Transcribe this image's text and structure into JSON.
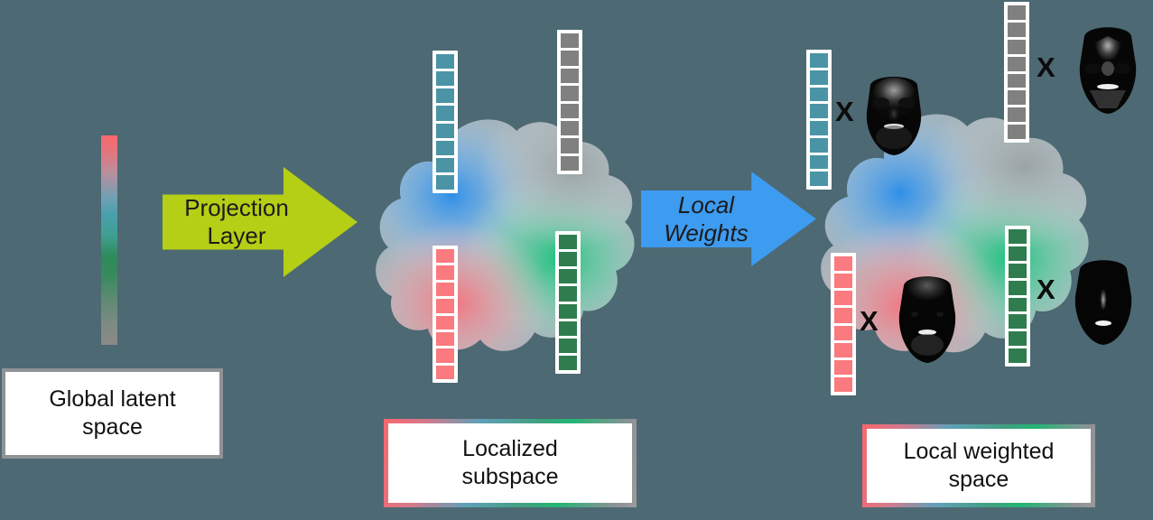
{
  "background_color": "#4d6973",
  "left_panel": {
    "gradient_bar": {
      "name": "global-latent-gradient-bar",
      "stops": [
        "#f8676d",
        "#4a9fae",
        "#2e8a5a",
        "#8a8a8a"
      ]
    },
    "caption": "Global latent\nspace",
    "caption_line1": "Global latent",
    "caption_line2": "space",
    "caption_border_color": "#8f9296"
  },
  "arrows": [
    {
      "name": "projection-layer-arrow",
      "label_line1": "Projection",
      "label_line2": "Layer",
      "color": "#b5ce16",
      "italic": false
    },
    {
      "name": "local-weights-arrow",
      "label_line1": "Local",
      "label_line2": "Weights",
      "color": "#3d9bf0",
      "italic": true
    }
  ],
  "middle_panel": {
    "caption_line1": "Localized",
    "caption_line2": "subspace",
    "cloud_colors": [
      "#3d9bf0",
      "#2ec27e",
      "#f8676d",
      "#9aa3a6"
    ],
    "vectors": [
      {
        "name": "vector-teal",
        "color": "#4a94a6",
        "cells": 8
      },
      {
        "name": "vector-gray",
        "color": "#808080",
        "cells": 8
      },
      {
        "name": "vector-red",
        "color": "#fa7a7f",
        "cells": 8
      },
      {
        "name": "vector-green",
        "color": "#2f7d4f",
        "cells": 8
      }
    ]
  },
  "right_panel": {
    "caption_line1": "Local weighted",
    "caption_line2": "space",
    "multiply_symbol": "X",
    "cloud_colors": [
      "#3d9bf0",
      "#2ec27e",
      "#f8676d",
      "#9aa3a6"
    ],
    "products": [
      {
        "name": "product-teal",
        "vector_color": "#4a94a6",
        "cells": 8,
        "operator": "X",
        "face": "face-teal"
      },
      {
        "name": "product-gray",
        "vector_color": "#808080",
        "cells": 8,
        "operator": "X",
        "face": "face-gray"
      },
      {
        "name": "product-red",
        "vector_color": "#fa7a7f",
        "cells": 8,
        "operator": "X",
        "face": "face-red"
      },
      {
        "name": "product-green",
        "vector_color": "#2f7d4f",
        "cells": 8,
        "operator": "X",
        "face": "face-green"
      }
    ]
  }
}
